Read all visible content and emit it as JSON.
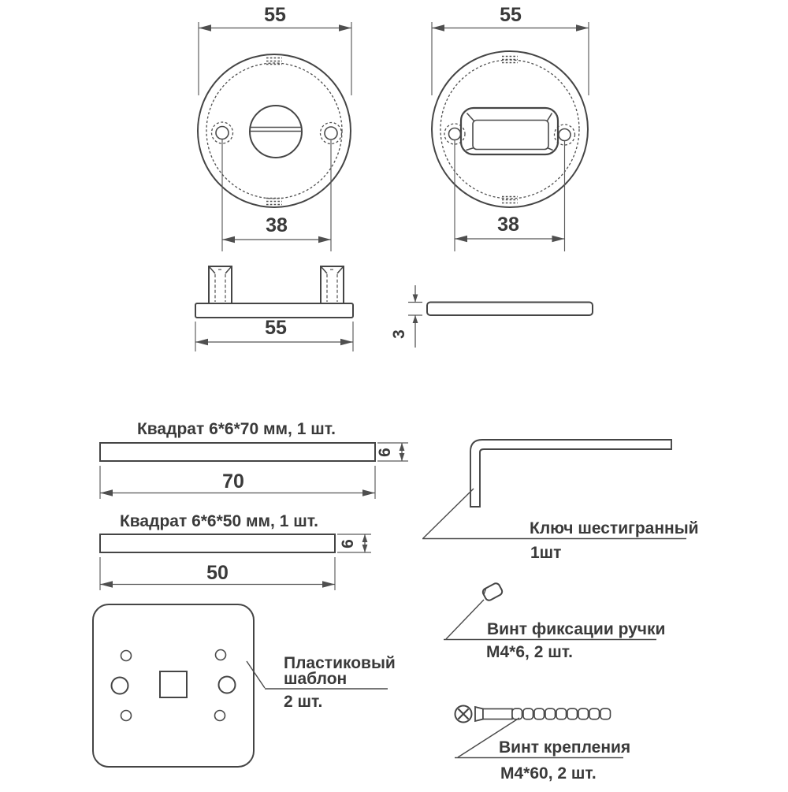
{
  "views": {
    "release_front": {
      "diameter": "55",
      "hole_spacing": "38"
    },
    "turn_front": {
      "diameter": "55",
      "hole_spacing": "38"
    },
    "side": {
      "width": "55",
      "thickness": "3"
    }
  },
  "parts": {
    "spindle70": {
      "label": "Квадрат 6*6*70 мм, 1 шт.",
      "length": "70",
      "section": "6"
    },
    "spindle50": {
      "label": "Квадрат 6*6*50 мм, 1 шт.",
      "length": "50",
      "section": "6"
    },
    "template": {
      "label_line1": "Пластиковый",
      "label_line2": "шаблон",
      "qty": "2 шт."
    },
    "hex_key": {
      "label": "Ключ шестигранный",
      "qty": "1шт"
    },
    "fixing_screw": {
      "label": "Винт фиксации ручки",
      "spec": "М4*6, 2 шт."
    },
    "mounting_screw": {
      "label": "Винт крепления",
      "spec": "М4*60, 2 шт."
    }
  },
  "colors": {
    "line": "#454545",
    "dimension": "#565656",
    "text": "#3a3a3a",
    "background": "#ffffff"
  }
}
